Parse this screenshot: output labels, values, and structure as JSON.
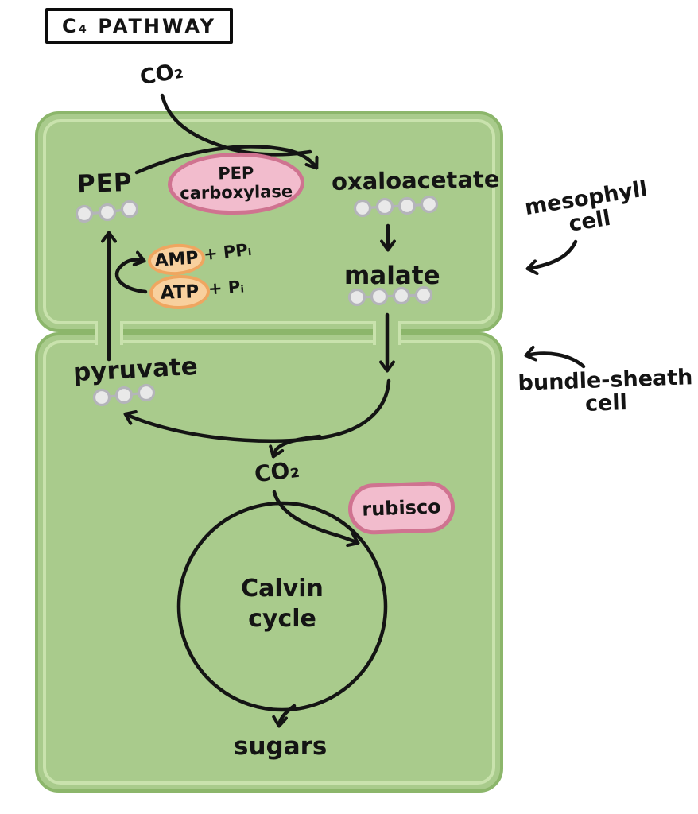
{
  "title": "C₄ PATHWAY",
  "molecules": {
    "co2_top": "CO₂",
    "pep": "PEP",
    "oxaloacetate": "oxaloacetate",
    "malate": "malate",
    "pyruvate": "pyruvate",
    "co2_released": "CO₂",
    "sugars": "sugars"
  },
  "carbon_counts": {
    "pep": 3,
    "oxaloacetate": 4,
    "malate": 4,
    "pyruvate": 3
  },
  "enzymes": {
    "pep_carboxylase_line1": "PEP",
    "pep_carboxylase_line2": "carboxylase",
    "rubisco": "rubisco"
  },
  "energy": {
    "amp": "AMP",
    "amp_product": "+ PPᵢ",
    "atp": "ATP",
    "atp_product": "+ Pᵢ"
  },
  "cycle": {
    "line1": "Calvin",
    "line2": "cycle"
  },
  "cell_notes": {
    "mesophyll_line1": "mesophyll",
    "mesophyll_line2": "cell",
    "bundle_line1": "bundle-sheath",
    "bundle_line2": "cell"
  },
  "colors": {
    "cell_fill": "#a9cb8c",
    "cell_wall": "#8cb66b",
    "cell_inner_membrane": "#c9e2ad",
    "enzyme_fill": "#f2bccd",
    "enzyme_border": "#cf7390",
    "energy_fill": "#f8d09e",
    "energy_border": "#efa660",
    "carbon_fill": "#e9e9e9",
    "carbon_stroke": "#b4b4ba",
    "ink": "#141414",
    "background": "#ffffff"
  }
}
